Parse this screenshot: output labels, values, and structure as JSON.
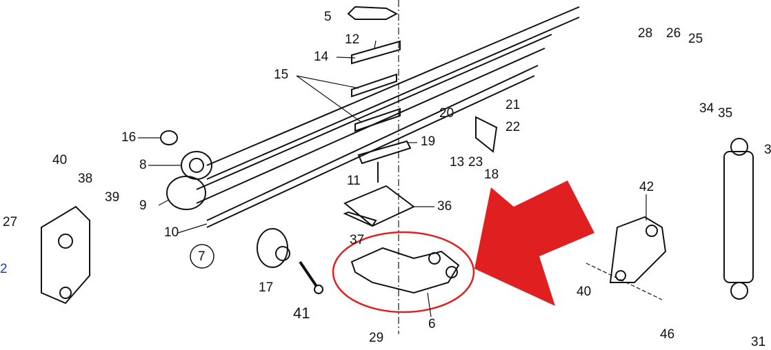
{
  "diagram": {
    "callouts": {
      "c5": "5",
      "c12": "12",
      "c14": "14",
      "c15": "15",
      "c16": "16",
      "c8": "8",
      "c9": "9",
      "c10": "10",
      "c11": "11",
      "c19": "19",
      "c13": "13",
      "c23": "23",
      "c18": "18",
      "c20": "20",
      "c21": "21",
      "c22": "22",
      "c28": "28",
      "c26": "26",
      "c25": "25",
      "c34": "34",
      "c35": "35",
      "c3": "3",
      "c40a": "40",
      "c38": "38",
      "c39": "39",
      "c27": "27",
      "c2": "2",
      "c7": "7",
      "c17": "17",
      "c41": "41",
      "c36": "36",
      "c37": "37",
      "c6": "6",
      "c29": "29",
      "c42": "42",
      "c40b": "40",
      "c46": "46",
      "c31": "31"
    },
    "highlight_color": "#e02020",
    "line_color": "#111111"
  }
}
